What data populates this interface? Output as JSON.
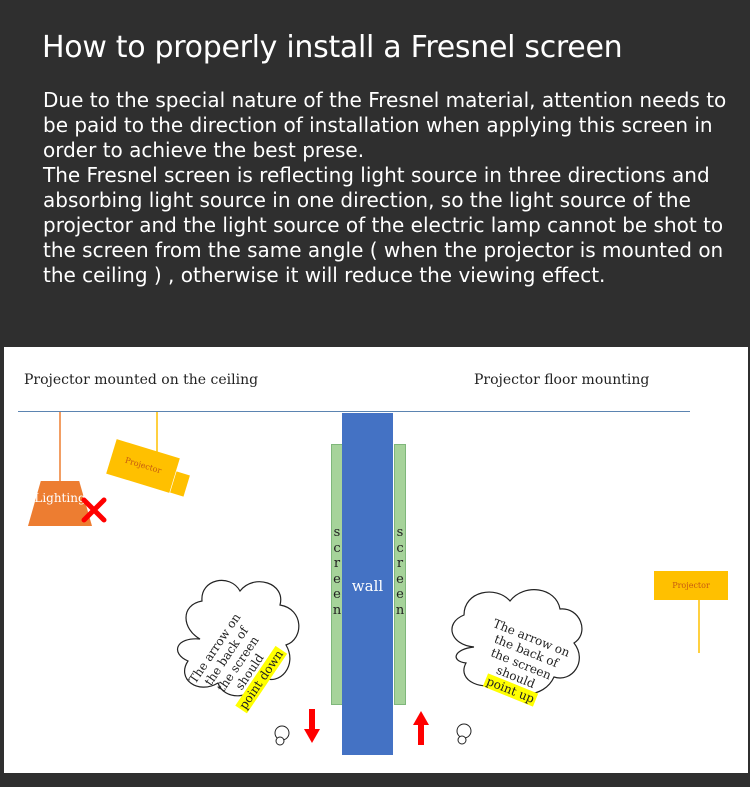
{
  "header": {
    "title": "How to properly install a Fresnel screen",
    "paragraph_1": "Due to the special nature of the Fresnel material, attention needs to be paid to the direction of installation when applying this screen in order to achieve the best prese.",
    "paragraph_2": "The Fresnel screen is reflecting light source in three directions and absorbing light source in one direction, so the light source of the projector and the light source of the electric lamp cannot be shot to the screen from the same angle ( when the projector is mounted on the ceiling ) , otherwise it will reduce the viewing effect."
  },
  "diagram": {
    "left_label": "Projector mounted on the ceiling",
    "right_label": "Projector floor mounting",
    "wall_label": "wall",
    "screen_label_left": "screen",
    "screen_label_right": "screen",
    "projector_left_label": "Projector",
    "projector_right_label": "Projector",
    "lamp_label": "Lighting",
    "cloud_left": {
      "line_1": "The arrow on",
      "line_2": "the back of",
      "line_3": "the screen",
      "line_4": "should",
      "highlight": "point down"
    },
    "cloud_right": {
      "line_1": "The arrow on",
      "line_2": "the back of",
      "line_3": "the screen",
      "line_4": "should",
      "highlight": "point up"
    },
    "colors": {
      "wall": "#4472c4",
      "screen": "#a6d39a",
      "projector": "#ffc000",
      "projector_text": "#c55a11",
      "lamp": "#ed7d31",
      "arrow": "#ff0000",
      "cross": "#ff0000",
      "highlight": "#ffff00",
      "ceiling_line": "#5b84b1"
    },
    "icons": [
      "projector-icon",
      "lamp-icon",
      "cross-icon",
      "arrow-down-icon",
      "arrow-up-icon",
      "thought-cloud-icon"
    ]
  }
}
